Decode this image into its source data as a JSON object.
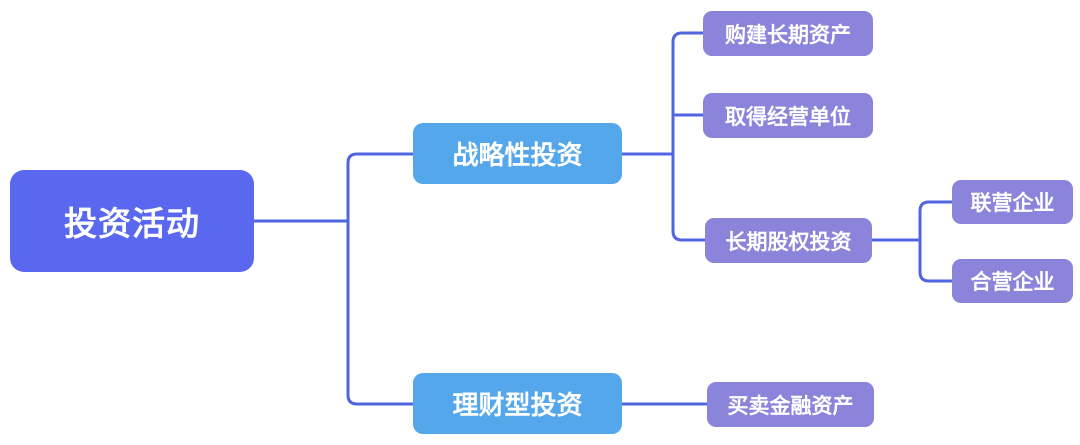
{
  "colors": {
    "root_bg": "#5A68EF",
    "branch_bg": "#55A7EB",
    "leaf_bg": "#8B84DB",
    "connector": "#5066E0",
    "text": "#FFFFFF"
  },
  "nodes": {
    "root": {
      "label": "投资活动"
    },
    "strategic": {
      "label": "战略性投资"
    },
    "financial": {
      "label": "理财型投资"
    },
    "acquire_assets": {
      "label": "购建长期资产"
    },
    "acquire_units": {
      "label": "取得经营单位"
    },
    "equity_investment": {
      "label": "长期股权投资"
    },
    "associates": {
      "label": "联营企业"
    },
    "joint_ventures": {
      "label": "合营企业"
    },
    "trade_financial_assets": {
      "label": "买卖金融资产"
    }
  }
}
